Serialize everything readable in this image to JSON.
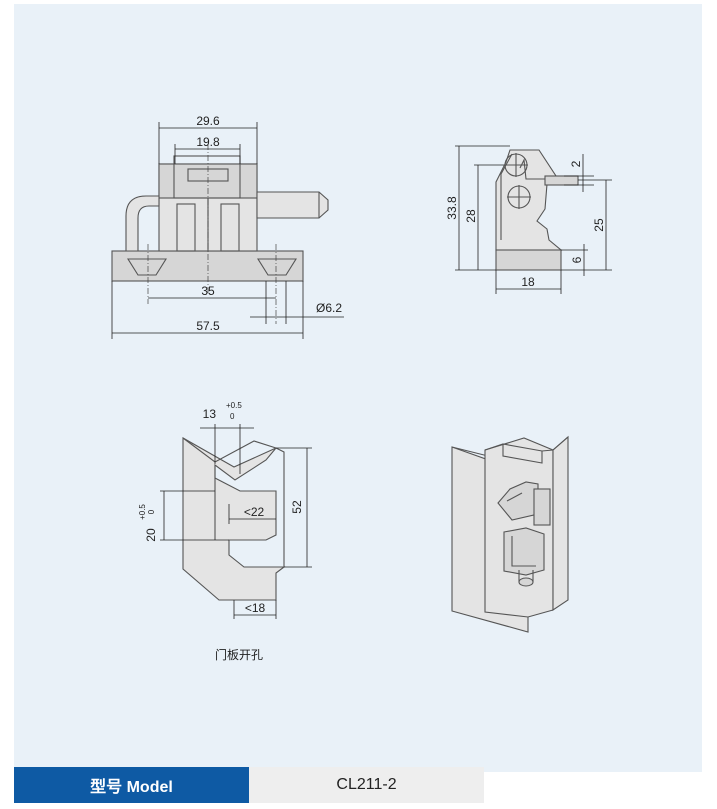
{
  "front_view": {
    "dim_width_top": "29.6",
    "dim_inner": "19.8",
    "dim_hole_spacing": "35",
    "dim_hole_dia": "Ø6.2",
    "dim_overall": "57.5"
  },
  "side_view": {
    "dim_total_height": "33.8",
    "dim_height_28": "28",
    "dim_2": "2",
    "dim_25": "25",
    "dim_6": "6",
    "dim_18": "18"
  },
  "cutout_view": {
    "dim_13": "13",
    "dim_13_tol_upper": "+0.5",
    "dim_13_tol_lower": "0",
    "dim_20": "20",
    "dim_20_tol_upper": "+0.5",
    "dim_20_tol_lower": "0",
    "dim_22": "<22",
    "dim_52": "52",
    "dim_18": "<18",
    "caption": "门板开孔"
  },
  "model": {
    "label": "型号 Model",
    "value": "CL211-2"
  },
  "colors": {
    "sheet_background": "#e9f1f8",
    "label_background": "#0e5aa4",
    "value_background": "#eeeeee"
  }
}
